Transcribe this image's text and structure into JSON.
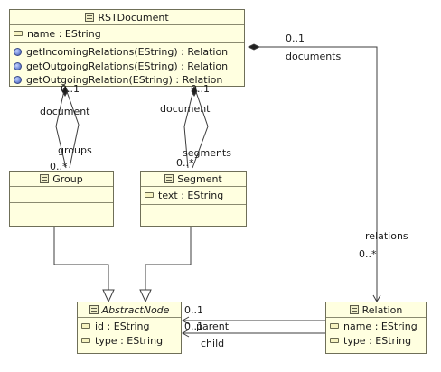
{
  "classes": {
    "rst": {
      "name": "RSTDocument",
      "attributes": [
        "name : EString"
      ],
      "operations": [
        "getIncomingRelations(EString) : Relation",
        "getOutgoingRelations(EString) : Relation",
        "getOutgoingRelation(EString) : Relation"
      ]
    },
    "group": {
      "name": "Group"
    },
    "segment": {
      "name": "Segment",
      "attributes": [
        "text : EString"
      ]
    },
    "abstract_node": {
      "name": "AbstractNode",
      "attributes": [
        "id : EString",
        "type : EString"
      ]
    },
    "relation": {
      "name": "Relation",
      "attributes": [
        "name : EString",
        "type : EString"
      ]
    }
  },
  "labels": {
    "groups_document": "document",
    "groups_mult_top": "0..1",
    "groups_role": "groups",
    "groups_mult_bottom": "0..*",
    "segments_document": "document",
    "segments_mult_top": "0..1",
    "segments_role": "segments",
    "segments_mult_bottom": "0..*",
    "relations_doc_mult": "0..1",
    "relations_documents": "documents",
    "relations_role": "relations",
    "relations_mult": "0..*",
    "parent_mult": "0..1",
    "parent_role": "parent",
    "child_mult": "0..1",
    "child_role": "child"
  },
  "colors": {
    "class_fill": "#ffffe0",
    "class_border": "#6f6f58",
    "line": "#3c3c3c"
  }
}
